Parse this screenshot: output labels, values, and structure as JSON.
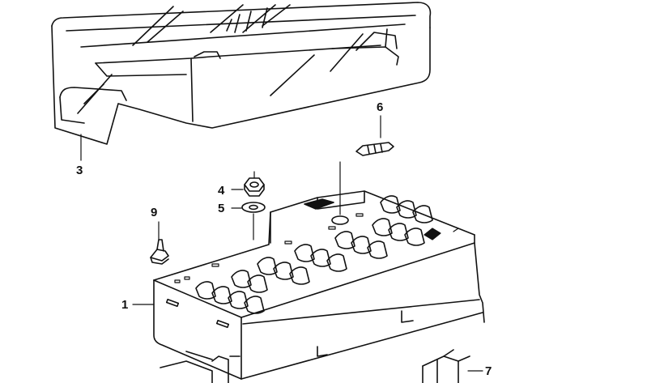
{
  "callouts": {
    "cover": "3",
    "fuse": "6",
    "nut": "4",
    "washer": "5",
    "clip": "9",
    "fuse_box": "1",
    "bracket": "7"
  },
  "colors": {
    "line": "#111111",
    "background": "#ffffff"
  }
}
